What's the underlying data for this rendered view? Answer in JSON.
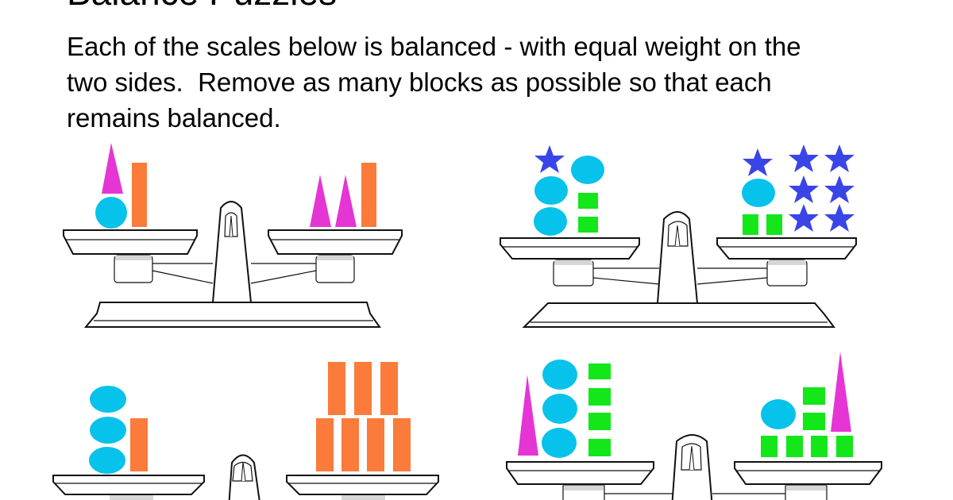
{
  "page": {
    "title": "Balance Puzzles",
    "instructions": [
      "Each of the scales below is balanced - with equal weight on the",
      "two sides.  Remove as many blocks as possible so that each",
      "remains balanced."
    ]
  },
  "colors": {
    "triangle": "#e535d4",
    "circle": "#07c2ea",
    "rectangle": "#fb7b3a",
    "square": "#13e719",
    "star": "#3a45e8",
    "scale_line": "#111111",
    "scale_shade": "#d6d6d6"
  },
  "puzzles": [
    {
      "id": "puzzle-1",
      "left_pan": [
        "1 triangle",
        "1 circle",
        "1 rectangle"
      ],
      "right_pan": [
        "2 triangle",
        "1 rectangle"
      ]
    },
    {
      "id": "puzzle-2",
      "left_pan": [
        "1 star",
        "3 circle",
        "2 square"
      ],
      "right_pan": [
        "7 star",
        "1 circle",
        "2 square"
      ]
    },
    {
      "id": "puzzle-3",
      "left_pan": [
        "3 circle",
        "1 rectangle"
      ],
      "right_pan": [
        "7 rectangle"
      ]
    },
    {
      "id": "puzzle-4",
      "left_pan": [
        "1 triangle",
        "3 circle",
        "4 square"
      ],
      "right_pan": [
        "1 circle",
        "6 square",
        "1 triangle"
      ]
    }
  ]
}
